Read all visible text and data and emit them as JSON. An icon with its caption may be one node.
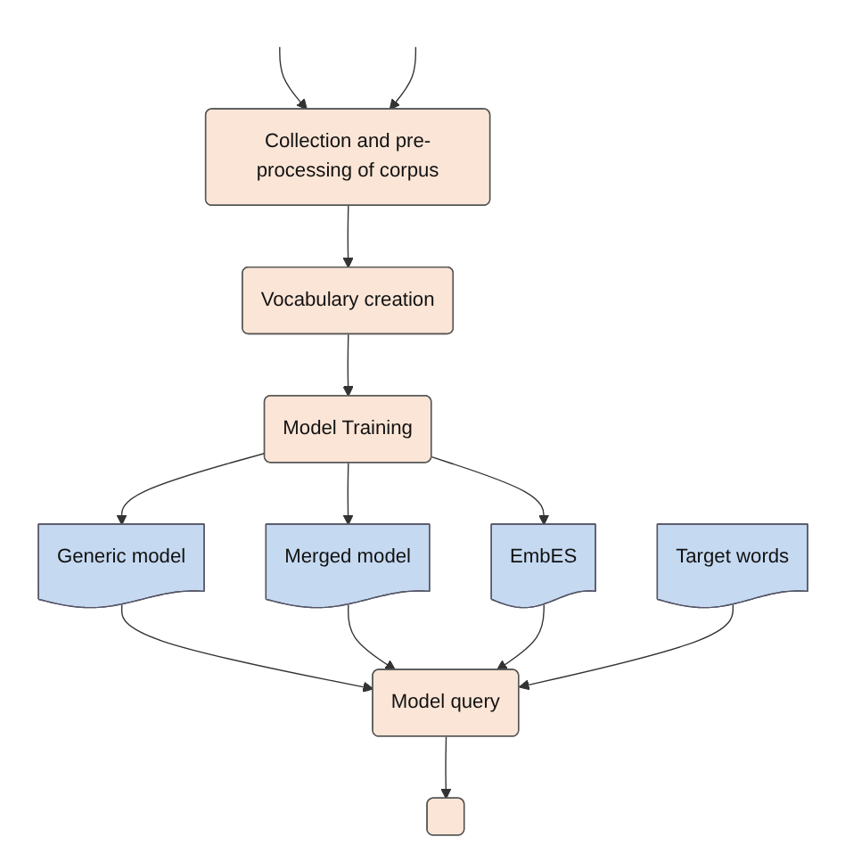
{
  "diagram": {
    "nodes": [
      {
        "text": [
          "Collection and pre-processing of corpus"
        ]
      },
      {
        "text": [
          "Vocabulary creation"
        ]
      },
      {
        "text": [
          "Model Training"
        ]
      },
      {
        "text": [
          "Generic model"
        ]
      },
      {
        "text": [
          "Merged model"
        ]
      },
      {
        "text": [
          "EmbES"
        ]
      },
      {
        "text": [
          "Model query"
        ]
      },
      {
        "text": [
          "Target words"
        ]
      },
      {
        "text": [],
        "shape": "box"
      }
    ],
    "edges": [
      {
        "from": null,
        "to": 0,
        "arrow": "to"
      },
      {
        "from": null,
        "to": 0,
        "arrow": "to"
      },
      {
        "from": 0,
        "to": 1,
        "arrow": "to"
      },
      {
        "from": 1,
        "to": 2,
        "arrow": "to"
      },
      {
        "from": 2,
        "to": 3,
        "arrow": "to"
      },
      {
        "from": 2,
        "to": 4,
        "arrow": "to"
      },
      {
        "from": 2,
        "to": 5,
        "arrow": "to"
      },
      {
        "from": 3,
        "to": 6,
        "arrow": "to"
      },
      {
        "from": 4,
        "to": 6,
        "arrow": "to"
      },
      {
        "from": 5,
        "to": 6,
        "arrow": "to"
      },
      {
        "from": 7,
        "to": 6,
        "arrow": "to"
      },
      {
        "from": 6,
        "to": 8,
        "arrow": "to"
      }
    ]
  }
}
